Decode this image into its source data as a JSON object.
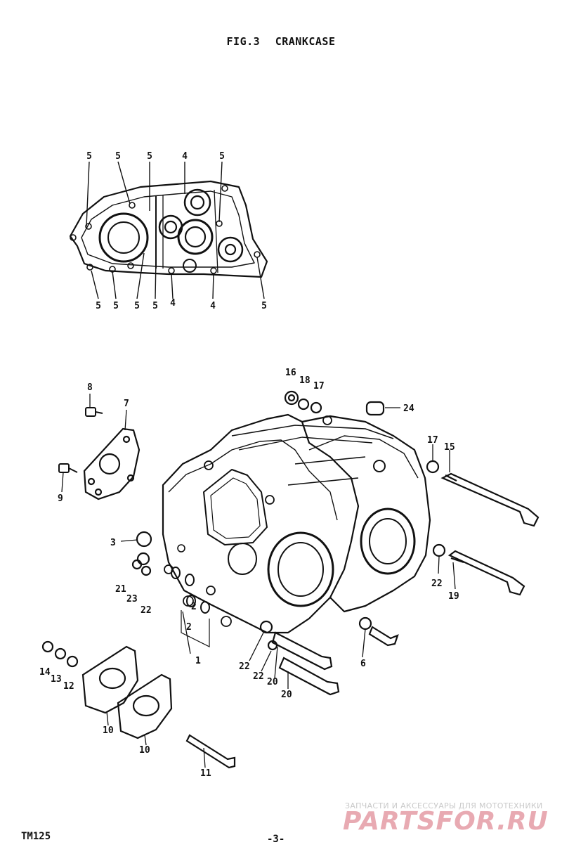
{
  "page": {
    "title_fig": "FIG.3",
    "title_name": "CRANKCASE",
    "model": "TM125",
    "page_number": "-3-"
  },
  "watermark": {
    "line1": "ЗАПЧАСТИ И АКСЕССУАРЫ ДЛЯ МОТОТЕХНИКИ",
    "line2": "PARTSFOR.RU"
  },
  "inset_labels": {
    "top": [
      "5",
      "5",
      "5",
      "4",
      "5"
    ],
    "bottom": [
      "5",
      "5",
      "5",
      "5",
      "4",
      "4",
      "5"
    ]
  },
  "part_labels": [
    "1",
    "2",
    "2",
    "3",
    "6",
    "7",
    "8",
    "9",
    "10",
    "10",
    "11",
    "12",
    "13",
    "14",
    "15",
    "16",
    "17",
    "17",
    "18",
    "19",
    "20",
    "20",
    "21",
    "22",
    "22",
    "22",
    "22",
    "23",
    "24"
  ]
}
